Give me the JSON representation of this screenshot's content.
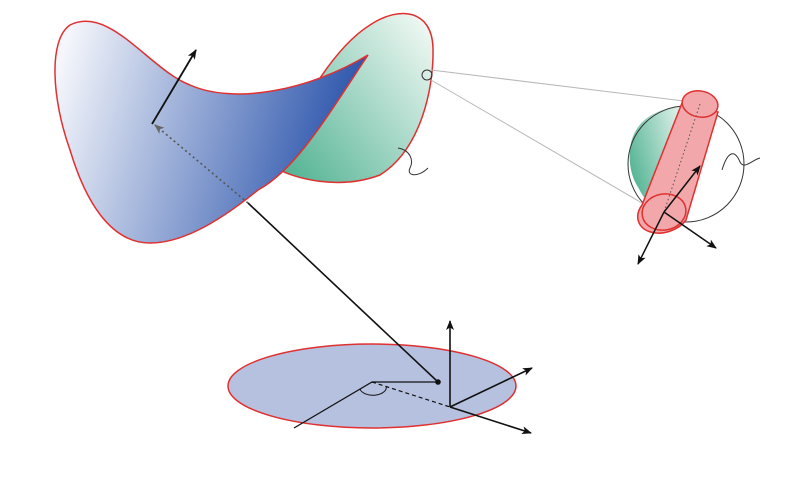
{
  "figure": {
    "type": "geometric-illustration",
    "elements": [
      "saddle-surface",
      "surface-normal-arrow",
      "magnifier-circle",
      "tube-cylinder",
      "disc-plane",
      "coordinate-frame"
    ]
  },
  "colors": {
    "background": "#ffffff",
    "outline_red": "#e03030",
    "saddle_blue_light": "#f2f5fb",
    "saddle_blue_dark": "#2f57ad",
    "saddle_green_light": "#eaf6f1",
    "saddle_green_dark": "#4cb08f",
    "tube_fill": "#f2a7aa",
    "disc_fill": "#b5c1df",
    "arrow": "#111111",
    "guide_line": "#b8b8b8"
  }
}
